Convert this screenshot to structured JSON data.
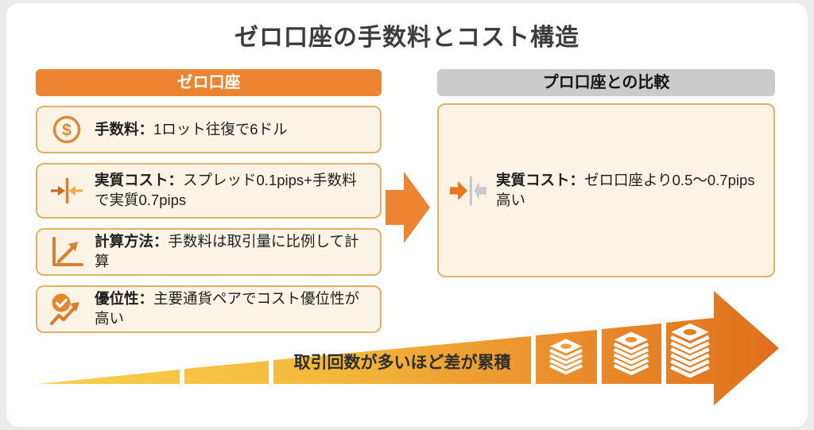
{
  "title": "ゼロ口座の手数料とコスト構造",
  "left_column": {
    "header": "ゼロ口座",
    "items": [
      {
        "icon": "dollar-circle-icon",
        "label": "手数料：",
        "text": "1ロット往復で6ドル"
      },
      {
        "icon": "converge-arrows-icon",
        "label": "実質コスト：",
        "text": "スプレッド0.1pips+手数料で実質0.7pips"
      },
      {
        "icon": "chart-growth-icon",
        "label": "計算方法：",
        "text": "手数料は取引量に比例して計算"
      },
      {
        "icon": "check-trend-icon",
        "label": "優位性：",
        "text": "主要通貨ペアでコスト優位性が高い"
      }
    ]
  },
  "right_column": {
    "header": "プロ口座との比較",
    "items": [
      {
        "icon": "compare-arrows-icon",
        "label": "実質コスト：",
        "text": "ゼロ口座より0.5〜0.7pips高い"
      }
    ]
  },
  "bottom_banner": {
    "caption": "取引回数が多いほど差が累積",
    "icon": "money-stack-icon"
  },
  "colors": {
    "accent_orange": "#ED8431",
    "header_gray": "#CBCBCB",
    "box_bg": "#FBF4E6",
    "box_border": "#E3B163",
    "title_text": "#3C3C3C",
    "body_text": "#1F1F1F",
    "gradient_start": "#F9D14E",
    "gradient_end": "#E0701C"
  }
}
